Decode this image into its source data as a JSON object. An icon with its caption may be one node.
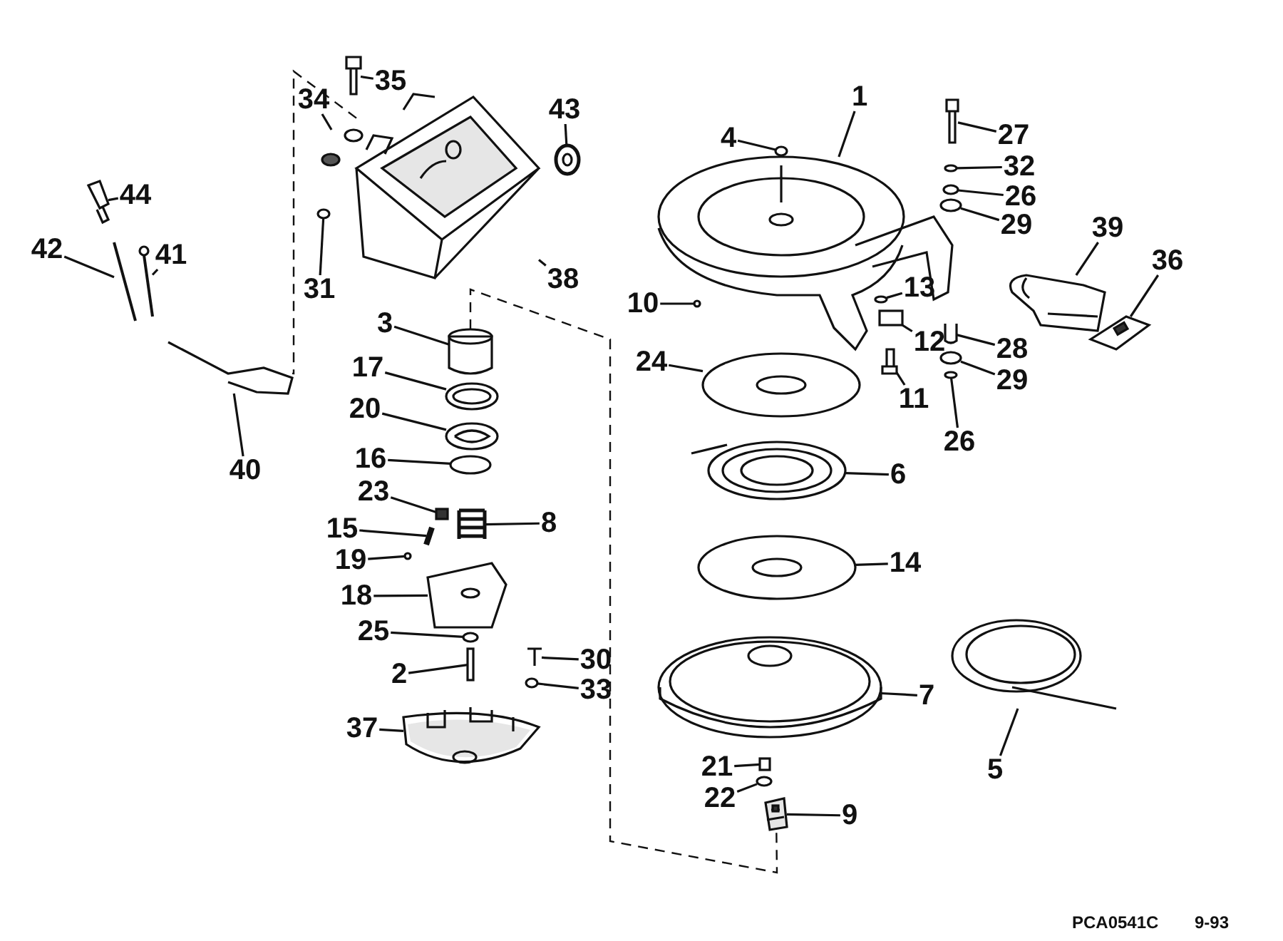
{
  "diagram": {
    "nodes": [
      {
        "text": [
          "35"
        ]
      },
      {
        "text": [
          "34"
        ]
      },
      {
        "text": [
          "43"
        ]
      },
      {
        "text": [
          "1"
        ]
      },
      {
        "text": [
          "4"
        ]
      },
      {
        "text": [
          "27"
        ]
      },
      {
        "text": [
          "32"
        ]
      },
      {
        "text": [
          "44"
        ]
      },
      {
        "text": [
          "26"
        ]
      },
      {
        "text": [
          "29"
        ]
      },
      {
        "text": [
          "39"
        ]
      },
      {
        "text": [
          "36"
        ]
      },
      {
        "text": [
          "42"
        ]
      },
      {
        "text": [
          "41"
        ]
      },
      {
        "text": [
          "38"
        ]
      },
      {
        "text": [
          "31"
        ]
      },
      {
        "text": [
          "13"
        ]
      },
      {
        "text": [
          "10"
        ]
      },
      {
        "text": [
          "3"
        ]
      },
      {
        "text": [
          "12"
        ]
      },
      {
        "text": [
          "28"
        ]
      },
      {
        "text": [
          "29"
        ]
      },
      {
        "text": [
          "24"
        ]
      },
      {
        "text": [
          "17"
        ]
      },
      {
        "text": [
          "11"
        ]
      },
      {
        "text": [
          "20"
        ]
      },
      {
        "text": [
          "26"
        ]
      },
      {
        "text": [
          "16"
        ]
      },
      {
        "text": [
          "40"
        ]
      },
      {
        "text": [
          "6"
        ]
      },
      {
        "text": [
          "23"
        ]
      },
      {
        "text": [
          "8"
        ]
      },
      {
        "text": [
          "15"
        ]
      },
      {
        "text": [
          "19"
        ]
      },
      {
        "text": [
          "14"
        ]
      },
      {
        "text": [
          "18"
        ]
      },
      {
        "text": [
          "25"
        ]
      },
      {
        "text": [
          "30"
        ]
      },
      {
        "text": [
          "2"
        ]
      },
      {
        "text": [
          "33"
        ]
      },
      {
        "text": [
          "7"
        ]
      },
      {
        "text": [
          "37"
        ]
      },
      {
        "text": [
          "21"
        ]
      },
      {
        "text": [
          "5"
        ]
      },
      {
        "text": [
          "22"
        ]
      },
      {
        "text": [
          "9"
        ]
      },
      {
        "text": [],
        "shape": "picture"
      },
      {
        "text": [],
        "shape": "picture"
      },
      {
        "text": [],
        "shape": "picture"
      },
      {
        "text": [],
        "shape": "picture"
      },
      {
        "text": [],
        "shape": "circle"
      },
      {
        "text": [],
        "shape": "picture"
      },
      {
        "text": [],
        "shape": "circle"
      },
      {
        "text": [],
        "shape": "picture"
      },
      {
        "text": [],
        "shape": "circle"
      },
      {
        "text": [],
        "shape": "circle"
      },
      {
        "text": [],
        "shape": "picture"
      },
      {
        "text": [],
        "shape": "picture"
      },
      {
        "text": [],
        "shape": "picture"
      },
      {
        "text": [],
        "shape": "picture"
      },
      {
        "text": [],
        "shape": "picture"
      },
      {
        "text": [],
        "shape": "circle"
      },
      {
        "text": [],
        "shape": "circle"
      },
      {
        "text": [],
        "shape": "circle"
      },
      {
        "text": [],
        "shape": "picture"
      },
      {
        "text": [],
        "shape": "box"
      },
      {
        "text": [],
        "shape": "picture"
      },
      {
        "text": [],
        "shape": "circle"
      },
      {
        "text": [],
        "shape": "picture"
      },
      {
        "text": [],
        "shape": "picture"
      },
      {
        "text": [],
        "shape": "picture"
      },
      {
        "text": [],
        "shape": "picture"
      },
      {
        "text": [],
        "shape": "circle"
      },
      {
        "text": [],
        "shape": "circle"
      },
      {
        "text": [],
        "shape": "picture"
      },
      {
        "text": [],
        "shape": "picture"
      },
      {
        "text": [],
        "shape": "box"
      },
      {
        "text": [],
        "shape": "picture"
      },
      {
        "text": [],
        "shape": "picture"
      },
      {
        "text": [],
        "shape": "circle"
      },
      {
        "text": [],
        "shape": "picture"
      },
      {
        "text": [],
        "shape": "picture"
      },
      {
        "text": [],
        "shape": "circle"
      },
      {
        "text": [],
        "shape": "picture"
      },
      {
        "text": [],
        "shape": "box"
      },
      {
        "text": [],
        "shape": "circle"
      },
      {
        "text": [],
        "shape": "picture"
      },
      {
        "text": [],
        "shape": "picture"
      },
      {
        "text": [],
        "shape": "box"
      },
      {
        "text": [],
        "shape": "picture"
      },
      {
        "text": [],
        "shape": "circle"
      },
      {
        "text": [],
        "shape": "picture"
      }
    ],
    "edges": [
      {
        "from": 0,
        "to": 46,
        "arrow": "none"
      },
      {
        "from": 1,
        "to": 47,
        "arrow": "none"
      },
      {
        "from": 2,
        "to": 48,
        "arrow": "none"
      },
      {
        "from": 3,
        "to": 49,
        "arrow": "none"
      },
      {
        "from": 4,
        "to": 50,
        "arrow": "none"
      },
      {
        "from": 5,
        "to": 51,
        "arrow": "none"
      },
      {
        "from": 6,
        "to": 52,
        "arrow": "none"
      },
      {
        "from": 7,
        "to": 53,
        "arrow": "none"
      },
      {
        "from": 8,
        "to": 54,
        "arrow": "none"
      },
      {
        "from": 9,
        "to": 55,
        "arrow": "none"
      },
      {
        "from": 10,
        "to": 56,
        "arrow": "none"
      },
      {
        "from": 11,
        "to": 57,
        "arrow": "none"
      },
      {
        "from": 12,
        "to": 58,
        "arrow": "none"
      },
      {
        "from": 13,
        "to": 59,
        "arrow": "none"
      },
      {
        "from": 14,
        "to": 60,
        "arrow": "none"
      },
      {
        "from": 15,
        "to": 61,
        "arrow": "none"
      },
      {
        "from": 16,
        "to": 62,
        "arrow": "none"
      },
      {
        "from": 17,
        "to": 63,
        "arrow": "none"
      },
      {
        "from": 18,
        "to": 64,
        "arrow": "none"
      },
      {
        "from": 19,
        "to": 65,
        "arrow": "none"
      },
      {
        "from": 20,
        "to": 66,
        "arrow": "none"
      },
      {
        "from": 21,
        "to": 67,
        "arrow": "none"
      },
      {
        "from": 22,
        "to": 68,
        "arrow": "none"
      },
      {
        "from": 23,
        "to": 69,
        "arrow": "none"
      },
      {
        "from": 24,
        "to": 70,
        "arrow": "none"
      },
      {
        "from": 25,
        "to": 71,
        "arrow": "none"
      },
      {
        "from": 26,
        "to": 72,
        "arrow": "none"
      },
      {
        "from": 27,
        "to": 73,
        "arrow": "none"
      },
      {
        "from": 28,
        "to": 74,
        "arrow": "none"
      },
      {
        "from": 29,
        "to": 75,
        "arrow": "none"
      },
      {
        "from": 30,
        "to": 76,
        "arrow": "none"
      },
      {
        "from": 31,
        "to": 77,
        "arrow": "none"
      },
      {
        "from": 32,
        "to": 78,
        "arrow": "none"
      },
      {
        "from": 33,
        "to": 79,
        "arrow": "none"
      },
      {
        "from": 34,
        "to": 80,
        "arrow": "none"
      },
      {
        "from": 35,
        "to": 81,
        "arrow": "none"
      },
      {
        "from": 36,
        "to": 82,
        "arrow": "none"
      },
      {
        "from": 37,
        "to": 83,
        "arrow": "none"
      },
      {
        "from": 38,
        "to": 84,
        "arrow": "none"
      },
      {
        "from": 39,
        "to": 85,
        "arrow": "none"
      },
      {
        "from": 40,
        "to": 86,
        "arrow": "none"
      },
      {
        "from": 41,
        "to": 87,
        "arrow": "none"
      },
      {
        "from": 42,
        "to": 88,
        "arrow": "none"
      },
      {
        "from": 43,
        "to": 89,
        "arrow": "none"
      },
      {
        "from": 44,
        "to": 90,
        "arrow": "none"
      },
      {
        "from": 45,
        "to": 91,
        "arrow": "none"
      },
      {
        "from": 60,
        "to": 74,
        "arrow": "none",
        "style": "dashed"
      },
      {
        "from": 64,
        "to": 91,
        "arrow": "none",
        "style": "dashed"
      }
    ],
    "labels": [
      "PCA0541C",
      "9-93"
    ]
  }
}
